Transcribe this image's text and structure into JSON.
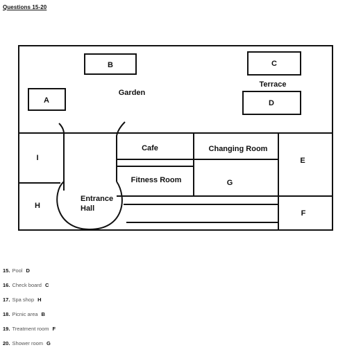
{
  "heading": "Questions 15-20",
  "map": {
    "labels": {
      "garden": "Garden",
      "terrace": "Terrace",
      "cafe": "Cafe",
      "changing_room": "Changing Room",
      "fitness_room": "Fitness Room",
      "entrance_line1": "Entrance",
      "entrance_line2": "Hall"
    },
    "letters": {
      "a": "A",
      "b": "B",
      "c": "C",
      "d": "D",
      "e": "E",
      "f": "F",
      "g": "G",
      "h": "H",
      "i": "I"
    }
  },
  "answers": [
    {
      "number": "15.",
      "label": "Pool",
      "answer": "D"
    },
    {
      "number": "16.",
      "label": "Check board",
      "answer": "C"
    },
    {
      "number": "17.",
      "label": "Spa shop",
      "answer": "H"
    },
    {
      "number": "18.",
      "label": "Picnic area",
      "answer": "B"
    },
    {
      "number": "19.",
      "label": "Treatment room",
      "answer": "F"
    },
    {
      "number": "20.",
      "label": "Shower room",
      "answer": "G"
    }
  ]
}
